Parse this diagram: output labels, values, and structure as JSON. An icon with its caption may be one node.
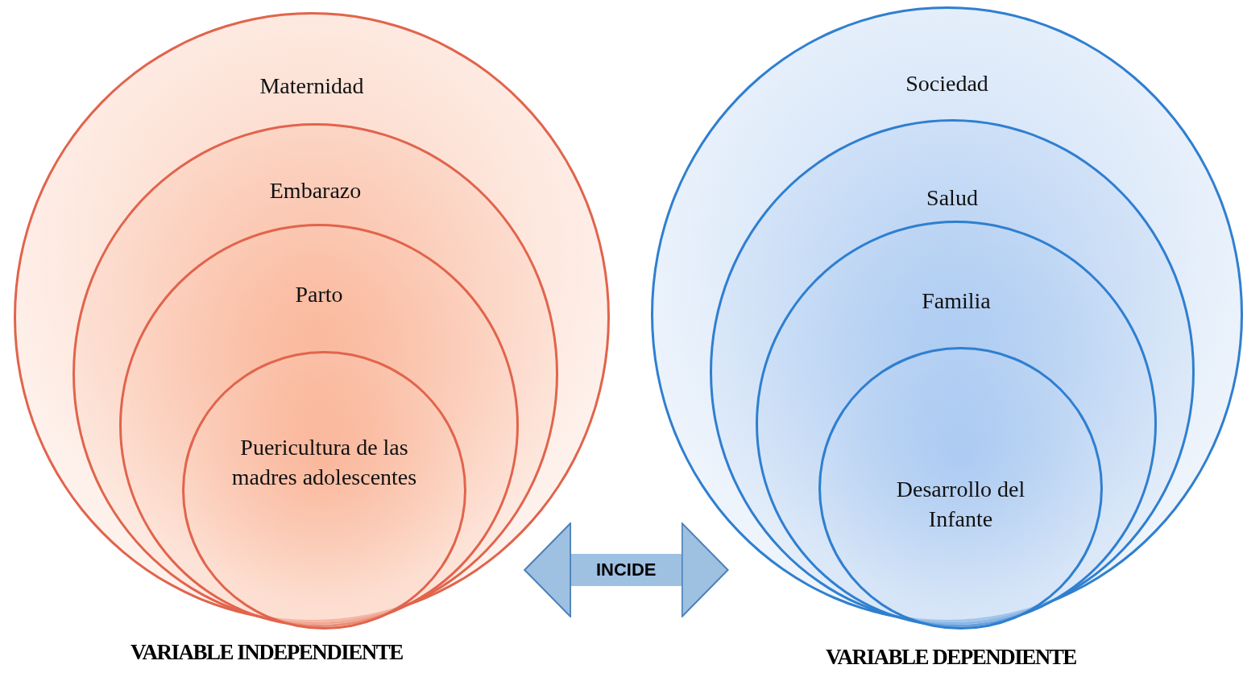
{
  "diagram": {
    "nodes": [
      {
        "text": [
          "Maternidad"
        ],
        "beside": [
          "VARIABLE INDEPENDIENTE"
        ]
      },
      {
        "text": [
          "Embarazo"
        ],
        "in": 0
      },
      {
        "text": [
          "Parto"
        ],
        "in": 1
      },
      {
        "text": [
          "Puericultura de las madres adolescentes"
        ],
        "in": 2
      },
      {
        "text": [
          "Sociedad"
        ],
        "beside": [
          "VARIABLE DEPENDIENTE"
        ]
      },
      {
        "text": [
          "Salud"
        ],
        "in": 4
      },
      {
        "text": [
          "Familia"
        ],
        "in": 5
      },
      {
        "text": [
          "Desarrollo del Infante"
        ],
        "in": 6
      }
    ],
    "edges": [
      {
        "from": 0,
        "to": 4,
        "arrow": "both",
        "label": "INCIDE"
      }
    ]
  }
}
